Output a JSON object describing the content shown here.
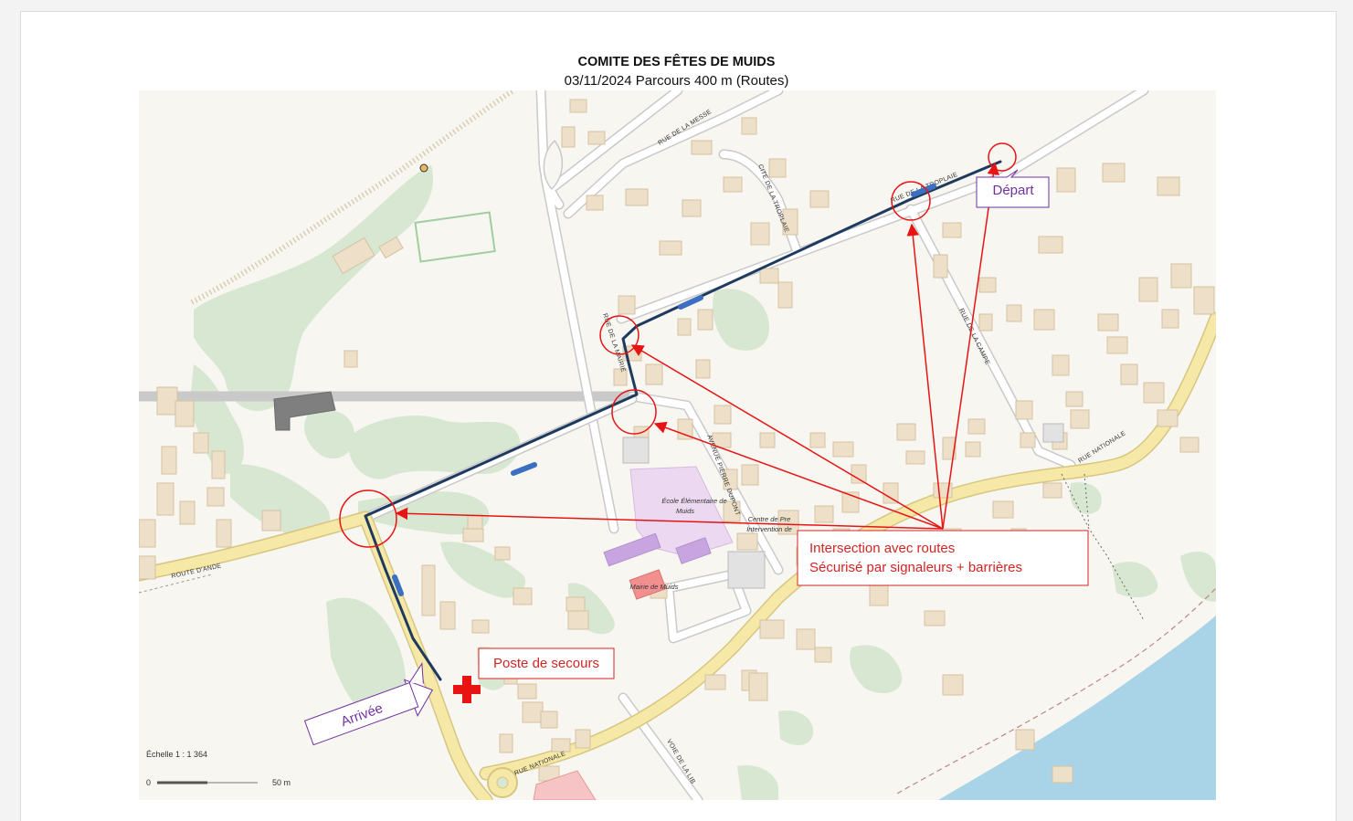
{
  "header": {
    "title": "COMITE DES FÊTES DE MUIDS",
    "subtitle": "03/11/2024 Parcours 400 m (Routes)"
  },
  "map": {
    "streets": {
      "rue_de_la_messe": "RUE DE LA MESSE",
      "cite_de_la_troplaie": "CITE DE LA TROPLAIE",
      "rue_de_la_troplaie": "RUE DE LA TROPLAIE",
      "rue_de_la_campe": "RUE DE LA CAMPE",
      "rue_de_la_mairie": "RUE DE LA MAIRIE",
      "avenue_pierre_dupont": "AVENUE PIERRE DUPONT",
      "rue_nationale": "RUE NATIONALE",
      "route_d_ande": "ROUTE D'ANDE",
      "voie_de_la_liberte": "VOIE DE LA LIB"
    },
    "places": {
      "ecole_line1": "École Élémentaire de",
      "ecole_line2": "Muids",
      "mairie": "Mairie de Muids",
      "centre_line1": "Centre de Pre",
      "centre_line2": "Intervention de"
    },
    "scale": {
      "label": "Échelle 1 : 1 364",
      "start": "0",
      "end": "50 m"
    },
    "colors": {
      "route": "#1f3a5f",
      "route_arrow": "#3a6fc2",
      "marker": "#e81414",
      "callout_red": "#d42424",
      "callout_purple": "#7030a0",
      "main_road": "#f6e9a9",
      "green": "#d6e6cf",
      "water": "#a8d3e6",
      "building": "#eee0c8"
    }
  },
  "callouts": {
    "depart": "Départ",
    "arrivee": "Arrivée",
    "poste_de_secours": "Poste de secours",
    "intersection_line1": "Intersection avec routes",
    "intersection_line2": "Sécurisé par signaleurs + barrières"
  }
}
